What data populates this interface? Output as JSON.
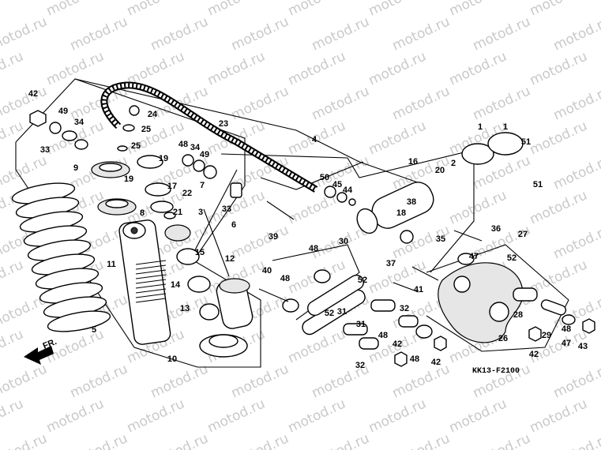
{
  "watermark": "motod.ru",
  "diagram_code": "KK13-F2100",
  "direction_label": "FR.",
  "callouts": [
    {
      "id": "c-42a",
      "text": "42"
    },
    {
      "id": "c-49a",
      "text": "49"
    },
    {
      "id": "c-34a",
      "text": "34"
    },
    {
      "id": "c-33a",
      "text": "33"
    },
    {
      "id": "c-24",
      "text": "24"
    },
    {
      "id": "c-25a",
      "text": "25"
    },
    {
      "id": "c-25b",
      "text": "25"
    },
    {
      "id": "c-23",
      "text": "23"
    },
    {
      "id": "c-4",
      "text": "4"
    },
    {
      "id": "c-48a",
      "text": "48"
    },
    {
      "id": "c-34b",
      "text": "34"
    },
    {
      "id": "c-49b",
      "text": "49"
    },
    {
      "id": "c-9",
      "text": "9"
    },
    {
      "id": "c-19a",
      "text": "19"
    },
    {
      "id": "c-19b",
      "text": "19"
    },
    {
      "id": "c-7",
      "text": "7"
    },
    {
      "id": "c-17",
      "text": "17"
    },
    {
      "id": "c-22",
      "text": "22"
    },
    {
      "id": "c-8",
      "text": "8"
    },
    {
      "id": "c-21",
      "text": "21"
    },
    {
      "id": "c-3",
      "text": "3"
    },
    {
      "id": "c-33b",
      "text": "33"
    },
    {
      "id": "c-6",
      "text": "6"
    },
    {
      "id": "c-39",
      "text": "39"
    },
    {
      "id": "c-50",
      "text": "50"
    },
    {
      "id": "c-45",
      "text": "45"
    },
    {
      "id": "c-44",
      "text": "44"
    },
    {
      "id": "c-16",
      "text": "16"
    },
    {
      "id": "c-20",
      "text": "20"
    },
    {
      "id": "c-2",
      "text": "2"
    },
    {
      "id": "c-38",
      "text": "38"
    },
    {
      "id": "c-18",
      "text": "18"
    },
    {
      "id": "c-35",
      "text": "35"
    },
    {
      "id": "c-1a",
      "text": "1"
    },
    {
      "id": "c-1b",
      "text": "1"
    },
    {
      "id": "c-51a",
      "text": "51"
    },
    {
      "id": "c-51b",
      "text": "51"
    },
    {
      "id": "c-36",
      "text": "36"
    },
    {
      "id": "c-27",
      "text": "27"
    },
    {
      "id": "c-11",
      "text": "11"
    },
    {
      "id": "c-15",
      "text": "15"
    },
    {
      "id": "c-12",
      "text": "12"
    },
    {
      "id": "c-14",
      "text": "14"
    },
    {
      "id": "c-13",
      "text": "13"
    },
    {
      "id": "c-5",
      "text": "5"
    },
    {
      "id": "c-10",
      "text": "10"
    },
    {
      "id": "c-30",
      "text": "30"
    },
    {
      "id": "c-48b",
      "text": "48"
    },
    {
      "id": "c-52a",
      "text": "52"
    },
    {
      "id": "c-52b",
      "text": "52"
    },
    {
      "id": "c-40",
      "text": "40"
    },
    {
      "id": "c-48c",
      "text": "48"
    },
    {
      "id": "c-37",
      "text": "37"
    },
    {
      "id": "c-41",
      "text": "41"
    },
    {
      "id": "c-47a",
      "text": "47"
    },
    {
      "id": "c-52c",
      "text": "52"
    },
    {
      "id": "c-31a",
      "text": "31"
    },
    {
      "id": "c-31b",
      "text": "31"
    },
    {
      "id": "c-32a",
      "text": "32"
    },
    {
      "id": "c-32b",
      "text": "32"
    },
    {
      "id": "c-48d",
      "text": "48"
    },
    {
      "id": "c-42b",
      "text": "42"
    },
    {
      "id": "c-48e",
      "text": "48"
    },
    {
      "id": "c-42c",
      "text": "42"
    },
    {
      "id": "c-28",
      "text": "28"
    },
    {
      "id": "c-26",
      "text": "26"
    },
    {
      "id": "c-42d",
      "text": "42"
    },
    {
      "id": "c-29",
      "text": "29"
    },
    {
      "id": "c-47b",
      "text": "47"
    },
    {
      "id": "c-48f",
      "text": "48"
    },
    {
      "id": "c-43",
      "text": "43"
    }
  ]
}
